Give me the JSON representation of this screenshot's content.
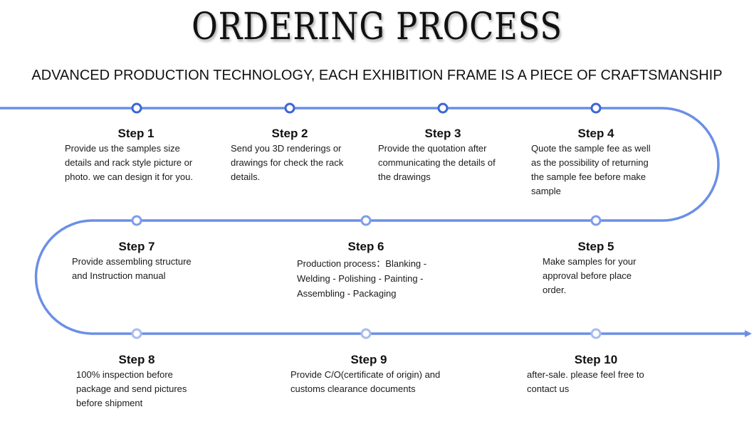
{
  "title": "ORDERING PROCESS",
  "subtitle": "ADVANCED PRODUCTION TECHNOLOGY, EACH EXHIBITION FRAME IS A PIECE OF CRAFTSMANSHIP",
  "colors": {
    "path": "#6b8fe6",
    "node_stroke_dark": "#3d66d6",
    "node_stroke_light": "#9db4ee"
  },
  "steps": [
    {
      "title": "Step 1",
      "desc": "Provide us the samples size details and rack style picture or photo. we can design it for you."
    },
    {
      "title": "Step 2",
      "desc": "Send you 3D renderings or drawings for check the rack details."
    },
    {
      "title": "Step 3",
      "desc": "Provide the quotation after communicating the details of the drawings"
    },
    {
      "title": "Step 4",
      "desc": "Quote the sample fee as well as the possibility of returning the sample fee before make sample"
    },
    {
      "title": "Step 5",
      "desc": "Make samples for your approval before place order."
    },
    {
      "title": "Step 6",
      "desc": "Production process：Blanking - Welding - Polishing - Painting - Assembling - Packaging"
    },
    {
      "title": "Step 7",
      "desc": "Provide assembling structure and Instruction manual"
    },
    {
      "title": "Step 8",
      "desc": "100% inspection before package and send pictures before shipment"
    },
    {
      "title": "Step 9",
      "desc": "Provide C/O(certificate of origin) and customs clearance documents"
    },
    {
      "title": "Step 10",
      "desc": "after-sale. please feel free to contact us"
    }
  ]
}
